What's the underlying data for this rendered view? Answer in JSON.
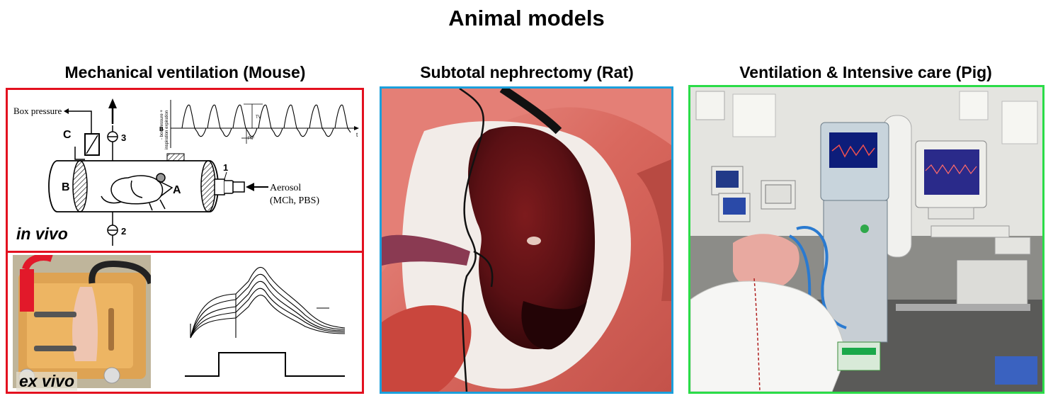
{
  "title": "Animal models",
  "panels": {
    "mouse": {
      "heading": "Mechanical ventilation (Mouse)",
      "in_vivo_label": "in vivo",
      "ex_vivo_label": "ex vivo",
      "diagram": {
        "box_pressure": "Box pressure",
        "label_c": "C",
        "label_b": "B",
        "label_a": "A",
        "label_1": "1",
        "label_2": "2",
        "label_3": "3",
        "aerosol": "Aerosol",
        "aerosol_sub": "(MCh, PBS)",
        "trace_b": "B",
        "trace_t": "t",
        "trace_axis": "inspiration  expiration",
        "trace_axis2": "- boxpressure +",
        "trace_tidal": "TV",
        "trace_pip": "PIF"
      },
      "border_color": "#e3101f"
    },
    "rat": {
      "heading": "Subtotal nephrectomy (Rat)",
      "border_color": "#1ba0dc"
    },
    "pig": {
      "heading": "Ventilation & Intensive care (Pig)",
      "border_color": "#2bdc48"
    }
  }
}
